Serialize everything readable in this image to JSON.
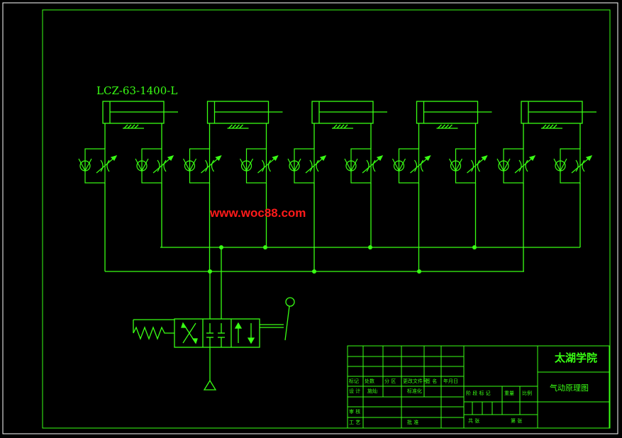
{
  "drawing": {
    "part_label": "LCZ-63-1400-L",
    "watermark": "www.woc88.com",
    "line_color": "#39ff14",
    "watermark_color": "#ff1a1a",
    "background": "#000000",
    "cylinder_count": 5
  },
  "title_block": {
    "school": "太湖学院",
    "drawing_name": "气动原理图",
    "revision_headers": [
      "标记",
      "处数",
      "分 区",
      "更改文件号",
      "签 名",
      "年月日"
    ],
    "design_label": "设 计",
    "designer": "施灿",
    "standardize_label": "标准化",
    "review_label": "审 核",
    "process_label": "工 艺",
    "approve_label": "批 准",
    "stage_header": "阶 段 标 记",
    "weight_header": "重量",
    "scale_header": "比例",
    "sheets_label": "共  张",
    "sheet_no_label": "第  张"
  }
}
